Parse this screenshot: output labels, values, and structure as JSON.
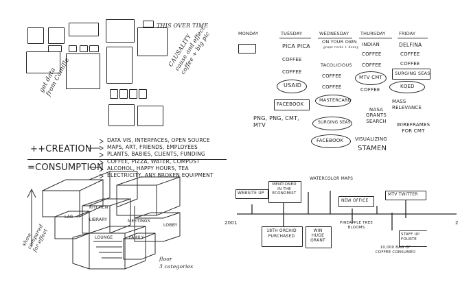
{
  "left": {
    "over_time": "THIS OVER TIME",
    "get_data": "get data\nfrom Camille",
    "causality": "CAUSALITY\ncause and effect\ncoffee + big pic",
    "creation_label": "++CREATION",
    "creation_items": [
      "DATA VIS, INTERFACES, OPEN SOURCE",
      "MAPS, ART, FRIENDS, EMPLOYEES",
      "PLANTS, BABIES, CLIENTS, FUNDING"
    ],
    "consumption_label": "=CONSUMPTION",
    "consumption_items": [
      "COFFEE, PIZZA, WATER, COMPOST",
      "ALCOHOL, HAPPY HOURS, TEA",
      "ELECTRICITY, ANY BROKEN EQUIPMENT"
    ],
    "arrow_note": "show\ncompared\nfor effect",
    "rooms": [
      "KITCHEN",
      "LAB",
      "LIBRARY",
      "MEETINGS",
      "LOBBY",
      "LOUNGE",
      "FAMILY"
    ],
    "floor_note": "floor\n3 categories"
  },
  "right": {
    "days": [
      "MONDAY",
      "TUESDAY",
      "WEDNESDAY",
      "THURSDAY",
      "FRIDAY"
    ],
    "tuesday": [
      "PICA PICA",
      "COFFEE",
      "COFFEE",
      "USAID",
      "FACEBOOK",
      "PNG, PNG, CMT, MTV"
    ],
    "wednesday": [
      "ON YOUR OWN",
      "TACOLICIOUS",
      "COFFEE",
      "COFFEE",
      "MASTERCARD",
      "SURGING SEAS",
      "FACEBOOK"
    ],
    "wednesday_note": "grape rocks + honey",
    "thursday": [
      "INDIAN",
      "COFFEE",
      "COFFEE",
      "MTV CMT",
      "COFFEE",
      "NASA GRANTS SEARCH",
      "VISUALIZING",
      "STAMEN"
    ],
    "friday": [
      "DELFINA",
      "COFFEE",
      "COFFEE",
      "SURGING SEAS",
      "KQED",
      "MASS RELEVANCE",
      "WIREFRAMES FOR CMT"
    ],
    "timeline": {
      "start": "2001",
      "end": "2",
      "above": [
        "WEBSITE UP",
        "MENTIONED IN THE ECONOMIST",
        "WATERCOLOR MAPS",
        "NEW OFFICE",
        "MTV TWITTER"
      ],
      "below": [
        "18TH ORCHID PURCHASED",
        "WIN HUGE GRANT",
        "PINEAPPLE TREE BLOOMS",
        "10,000 BAG OF COFFEE CONSUMED",
        "STAFF UP FOURTE"
      ]
    }
  }
}
